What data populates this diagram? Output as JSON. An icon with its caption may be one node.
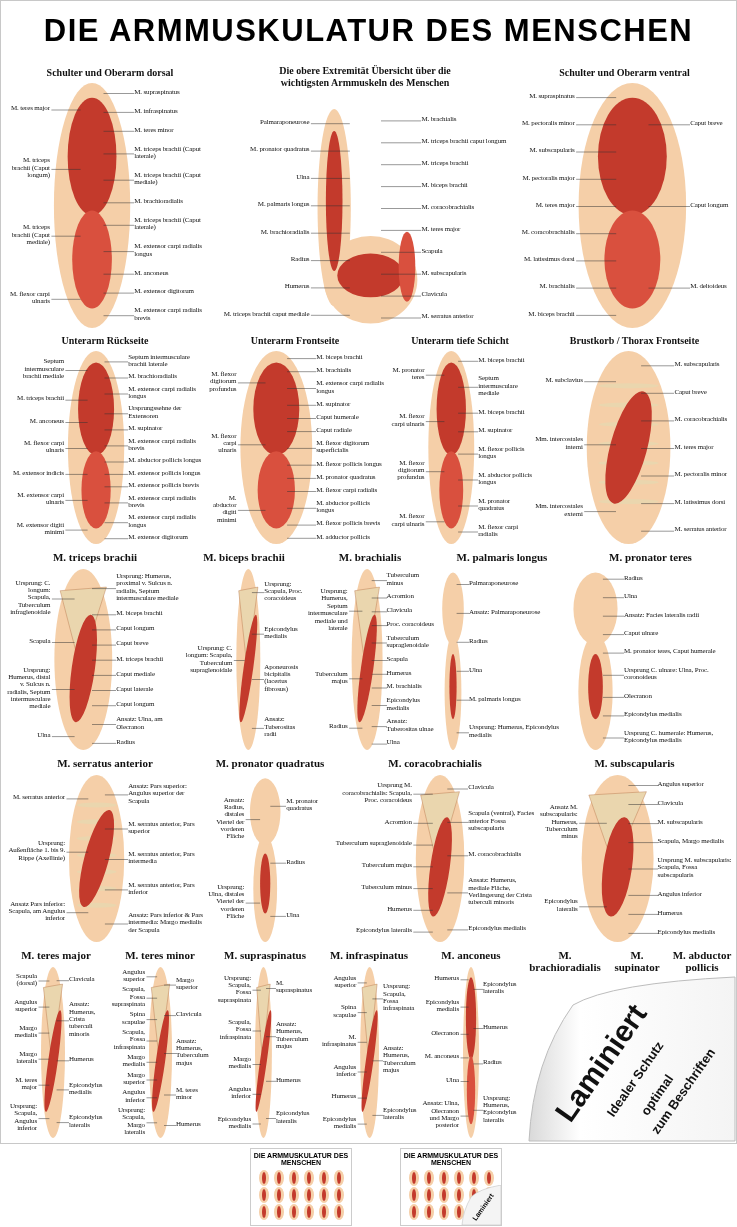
{
  "diagram": {
    "title": "DIE ARMMUSKULATUR DES MENSCHEN",
    "nodes": [
      {
        "text": [
          "M. teres major"
        ]
      },
      {
        "text": [
          "M. triceps brachii (Caput longum)"
        ]
      },
      {
        "text": [
          "M. triceps brachii (Caput mediale)"
        ]
      },
      {
        "text": [
          "M. flexor carpi ulnaris"
        ]
      },
      {
        "text": [
          "M. supraspinatus"
        ]
      },
      {
        "text": [
          "M. infraspinatus"
        ]
      },
      {
        "text": [
          "M. teres minor"
        ]
      },
      {
        "text": [
          "M. triceps brachii (Caput laterale)"
        ]
      },
      {
        "text": [
          "M. triceps brachii (Caput mediale)"
        ]
      },
      {
        "text": [
          "M. brachioradialis"
        ]
      },
      {
        "text": [
          "M. triceps brachii (Caput laterale)"
        ]
      },
      {
        "text": [
          "M. extensor carpi radialis longus"
        ]
      },
      {
        "text": [
          "M. anconeus"
        ]
      },
      {
        "text": [
          "M. extensor digitorum"
        ]
      },
      {
        "text": [
          "M. extensor carpi radialis brevis"
        ]
      },
      {
        "text": [
          "Palmaraponeurose"
        ]
      },
      {
        "text": [
          "M. pronator quadratus"
        ]
      },
      {
        "text": [
          "Ulna"
        ]
      },
      {
        "text": [
          "M. palmaris longus"
        ]
      },
      {
        "text": [
          "M. brachioradialis"
        ]
      },
      {
        "text": [
          "Radius"
        ]
      },
      {
        "text": [
          "Humerus"
        ]
      },
      {
        "text": [
          "M. triceps brachii caput mediale"
        ]
      },
      {
        "text": [
          "M. brachialis"
        ]
      },
      {
        "text": [
          "M. triceps brachii caput longum"
        ]
      },
      {
        "text": [
          "M. triceps brachii"
        ]
      },
      {
        "text": [
          "M. biceps brachii"
        ]
      },
      {
        "text": [
          "M. coracobrachialis"
        ]
      },
      {
        "text": [
          "M. teres major"
        ]
      },
      {
        "text": [
          "Scapula"
        ]
      },
      {
        "text": [
          "M. subscapularis"
        ]
      },
      {
        "text": [
          "Clavicula"
        ]
      },
      {
        "text": [
          "M. serratus anterior"
        ]
      },
      {
        "text": [
          "M. supraspinatus"
        ]
      },
      {
        "text": [
          "M. pectoralis minor"
        ]
      },
      {
        "text": [
          "M. subscapularis"
        ]
      },
      {
        "text": [
          "M. pectoralis major"
        ]
      },
      {
        "text": [
          "M. teres major"
        ]
      },
      {
        "text": [
          "M. coracobrachialis"
        ]
      },
      {
        "text": [
          "M. latissimus dorsi"
        ]
      },
      {
        "text": [
          "M. brachialis"
        ]
      },
      {
        "text": [
          "M. biceps brachii"
        ]
      },
      {
        "text": [
          "Caput breve"
        ]
      },
      {
        "text": [
          "Caput longum"
        ]
      },
      {
        "text": [
          "M. deltoideus"
        ]
      },
      {
        "text": [
          "Septum intermusculare brachii mediale"
        ]
      },
      {
        "text": [
          "M. triceps brachii"
        ]
      },
      {
        "text": [
          "M. anconeus"
        ]
      },
      {
        "text": [
          "M. flexor carpi ulnaris"
        ]
      },
      {
        "text": [
          "M. extensor indicis"
        ]
      },
      {
        "text": [
          "M. extensor carpi ulnaris"
        ]
      },
      {
        "text": [
          "M. extensor digiti minimi"
        ]
      },
      {
        "text": [
          "Septum intermusculare brachii laterale"
        ]
      },
      {
        "text": [
          "M. brachioradialis"
        ]
      },
      {
        "text": [
          "M. extensor carpi radialis longus"
        ]
      },
      {
        "text": [
          "Ursprungssehne der Extensoren"
        ]
      },
      {
        "text": [
          "M. supinator"
        ]
      },
      {
        "text": [
          "M. extensor carpi radialis brevis"
        ]
      },
      {
        "text": [
          "M. abductor pollicis longus"
        ]
      },
      {
        "text": [
          "M. extensor pollicis longus"
        ]
      },
      {
        "text": [
          "M. extensor pollicis brevis"
        ]
      },
      {
        "text": [
          "M. extensor carpi radialis brevis"
        ]
      },
      {
        "text": [
          "M. extensor carpi radialis longus"
        ]
      },
      {
        "text": [
          "M. extensor digitorum"
        ]
      },
      {
        "text": [
          "M. flexor digitorum profundus"
        ]
      },
      {
        "text": [
          "M. flexor carpi ulnaris"
        ]
      },
      {
        "text": [
          "M. abductor digiti minimi"
        ]
      },
      {
        "text": [
          "M. biceps brachii"
        ]
      },
      {
        "text": [
          "M. brachialis"
        ]
      },
      {
        "text": [
          "M. extensor carpi radialis longus"
        ]
      },
      {
        "text": [
          "M. supinator"
        ]
      },
      {
        "text": [
          "Caput humerale"
        ]
      },
      {
        "text": [
          "Caput radiale"
        ]
      },
      {
        "text": [
          "M. flexor digitorum superficialis"
        ]
      },
      {
        "text": [
          "M. flexor pollicis longus"
        ]
      },
      {
        "text": [
          "M. pronator quadratus"
        ]
      },
      {
        "text": [
          "M. flexor carpi radialis"
        ]
      },
      {
        "text": [
          "M. abductor pollicis longus"
        ]
      },
      {
        "text": [
          "M. flexor pollicis brevis"
        ]
      },
      {
        "text": [
          "M. adductor pollicis"
        ]
      },
      {
        "text": [
          "M. pronator teres"
        ]
      },
      {
        "text": [
          "M. flexor carpi ulnaris"
        ]
      },
      {
        "text": [
          "M. flexor digitorum profundus"
        ]
      },
      {
        "text": [
          "M. flexor carpi ulnaris"
        ]
      },
      {
        "text": [
          "M. biceps brachii"
        ]
      },
      {
        "text": [
          "Septum intermusculare mediale"
        ]
      },
      {
        "text": [
          "M. biceps brachii"
        ]
      },
      {
        "text": [
          "M. supinator"
        ]
      },
      {
        "text": [
          "M. flexor pollicis longus"
        ]
      },
      {
        "text": [
          "M. abductor pollicis longus"
        ]
      },
      {
        "text": [
          "M. pronator quadratus"
        ]
      },
      {
        "text": [
          "M. flexor carpi radialis"
        ]
      },
      {
        "text": [
          "M. subclavius"
        ]
      },
      {
        "text": [
          "Mm. intercostales interni"
        ]
      },
      {
        "text": [
          "Mm. intercostales externi"
        ]
      },
      {
        "text": [
          "M. subscapularis"
        ]
      },
      {
        "text": [
          "Caput breve"
        ]
      },
      {
        "text": [
          "M. coracobrachialis"
        ]
      },
      {
        "text": [
          "M. teres major"
        ]
      },
      {
        "text": [
          "M. pectoralis minor"
        ]
      },
      {
        "text": [
          "M. latissimus dorsi"
        ]
      },
      {
        "text": [
          "M. serratus anterior"
        ]
      },
      {
        "text": [
          "Ursprung: C. longum: Scapula, Tuberculum infraglenoidale"
        ]
      },
      {
        "text": [
          "Scapula"
        ]
      },
      {
        "text": [
          "Ursprung: Humerus, distal v. Sulcus n. radialis, Septum intermusculare mediale"
        ]
      },
      {
        "text": [
          "Ulna"
        ]
      },
      {
        "text": [
          "Ursprung: Humerus, proximal v. Sulcus n. radialis, Septum intermusculare mediale"
        ]
      },
      {
        "text": [
          "M. biceps brachii"
        ]
      },
      {
        "text": [
          "Caput longum"
        ]
      },
      {
        "text": [
          "Caput breve"
        ]
      },
      {
        "text": [
          "M. triceps brachii"
        ]
      },
      {
        "text": [
          "Caput mediale"
        ]
      },
      {
        "text": [
          "Caput laterale"
        ]
      },
      {
        "text": [
          "Caput longum"
        ]
      },
      {
        "text": [
          "Ansatz: Ulna, am Olecranon"
        ]
      },
      {
        "text": [
          "Radius"
        ]
      },
      {
        "text": [
          "Ursprung: C. longum: Scapula, Tuberculum supraglenoidale"
        ]
      },
      {
        "text": [
          "Ursprung: Scapula, Proc. coracoideus"
        ]
      },
      {
        "text": [
          "Epicondylus medialis"
        ]
      },
      {
        "text": [
          "Aponeurosis bicipitalis (lacertus fibrosus)"
        ]
      },
      {
        "text": [
          "Ansatz: Tuberositas radii"
        ]
      },
      {
        "text": [
          "Ursprung: Humerus, Septum intermusculare mediale und laterale"
        ]
      },
      {
        "text": [
          "Tuberculum majus"
        ]
      },
      {
        "text": [
          "Radius"
        ]
      },
      {
        "text": [
          "Tuberculum minus"
        ]
      },
      {
        "text": [
          "Acromion"
        ]
      },
      {
        "text": [
          "Clavicula"
        ]
      },
      {
        "text": [
          "Proc. coracoideus"
        ]
      },
      {
        "text": [
          "Tuberculum supraglenoidale"
        ]
      },
      {
        "text": [
          "Scapula"
        ]
      },
      {
        "text": [
          "Humerus"
        ]
      },
      {
        "text": [
          "M. brachialis"
        ]
      },
      {
        "text": [
          "Epicondylus medialis"
        ]
      },
      {
        "text": [
          "Ansatz: Tuberositas ulnae"
        ]
      },
      {
        "text": [
          "Ulna"
        ]
      },
      {
        "text": [
          "M. serratus anterior"
        ]
      },
      {
        "text": [
          "Ursprung: Außenfläche 1. bis 9. Rippe (Axellinie)"
        ]
      },
      {
        "text": [
          "Ansatz Pars inferior: Scapula, am Angulus inferior"
        ]
      },
      {
        "text": [
          "Ansatz: Pars superior: Angulus superior der Scapula"
        ]
      },
      {
        "text": [
          "M. serratus anterior, Pars superior"
        ]
      },
      {
        "text": [
          "M. serratus anterior, Pars intermedia"
        ]
      },
      {
        "text": [
          "M. serratus anterior, Pars inferior"
        ]
      },
      {
        "text": [
          "Ansatz: Pars inferior & Pars intermedia: Margo medialis der Scapula"
        ]
      },
      {
        "text": [
          "Palmaraponeurose"
        ]
      },
      {
        "text": [
          "Ansatz: Palmaraponeurose"
        ]
      },
      {
        "text": [
          "Radius"
        ]
      },
      {
        "text": [
          "Ulna"
        ]
      },
      {
        "text": [
          "M. palmaris longus"
        ]
      },
      {
        "text": [
          "Ursprung: Humerus, Epicondylus medialis"
        ]
      },
      {
        "text": [
          "Radius"
        ]
      },
      {
        "text": [
          "Ulna"
        ]
      },
      {
        "text": [
          "Ansatz: Facies lateralis radii"
        ]
      },
      {
        "text": [
          "Caput ulnare"
        ]
      },
      {
        "text": [
          "M. pronator teres, Caput humerale"
        ]
      },
      {
        "text": [
          "Ursprung C. ulnare: Ulna, Proc. coronoideus"
        ]
      },
      {
        "text": [
          "Olecranon"
        ]
      },
      {
        "text": [
          "Epicondylus medialis"
        ]
      },
      {
        "text": [
          "Ursprung C. humerale: Humerus, Epicondylus medialis"
        ]
      },
      {
        "text": [
          "Ansatz: Radius, distales Viertel der vorderen Fläche"
        ]
      },
      {
        "text": [
          "Ursprung: Ulna, distales Viertel der vorderen Fläche"
        ]
      },
      {
        "text": [
          "M. pronator quadratus"
        ]
      },
      {
        "text": [
          "Radius"
        ]
      },
      {
        "text": [
          "Ulna"
        ]
      },
      {
        "text": [
          "Ursprung M. coracobrachialis: Scapula, Proc. coracoideus"
        ]
      },
      {
        "text": [
          "Acromion"
        ]
      },
      {
        "text": [
          "Tuberculum supraglenoidale"
        ]
      },
      {
        "text": [
          "Tuberculum majus"
        ]
      },
      {
        "text": [
          "Tuberculum minus"
        ]
      },
      {
        "text": [
          "Humerus"
        ]
      },
      {
        "text": [
          "Epicondylus lateralis"
        ]
      },
      {
        "text": [
          "Clavicula"
        ]
      },
      {
        "text": [
          "Scapula (ventral), Facies anterior Fossa subscapularis"
        ]
      },
      {
        "text": [
          "M. coracobrachialis"
        ]
      },
      {
        "text": [
          "Ansatz: Humerus, mediale Fläche, Verlängerung der Crista tuberculi minoris"
        ]
      },
      {
        "text": [
          "Epicondylus medialis"
        ]
      },
      {
        "text": [
          "Ansatz M. subscapularis: Humerus, Tuberculum minus"
        ]
      },
      {
        "text": [
          "Epicondylus lateralis"
        ]
      },
      {
        "text": [
          "Angulus superior"
        ]
      },
      {
        "text": [
          "Clavicula"
        ]
      },
      {
        "text": [
          "M. subscapularis"
        ]
      },
      {
        "text": [
          "Scapula, Margo medialis"
        ]
      },
      {
        "text": [
          "Ursprung M. subscapularis: Scapula, Fossa subscapularis"
        ]
      },
      {
        "text": [
          "Angulus inferior"
        ]
      },
      {
        "text": [
          "Humerus"
        ]
      },
      {
        "text": [
          "Epicondylus medialis"
        ]
      },
      {
        "text": [
          "Scapula (dorsal)"
        ]
      },
      {
        "text": [
          "Angulus superior"
        ]
      },
      {
        "text": [
          "Margo medialis"
        ]
      },
      {
        "text": [
          "Margo lateralis"
        ]
      },
      {
        "text": [
          "M. teres major"
        ]
      },
      {
        "text": [
          "Ursprung: Scapula, Angulus inferior"
        ]
      },
      {
        "text": [
          "Clavicula"
        ]
      },
      {
        "text": [
          "Ansatz: Humerus, Crista tuberculi minoris"
        ]
      },
      {
        "text": [
          "Humerus"
        ]
      },
      {
        "text": [
          "Epicondylus medialis"
        ]
      },
      {
        "text": [
          "Epicondylus lateralis"
        ]
      },
      {
        "text": [
          "Angulus superior"
        ]
      },
      {
        "text": [
          "Scapula, Fossa supraspinata"
        ]
      },
      {
        "text": [
          "Spina scapulae"
        ]
      },
      {
        "text": [
          "Scapula, Fossa infraspinata"
        ]
      },
      {
        "text": [
          "Margo medialis"
        ]
      },
      {
        "text": [
          "Margo superior"
        ]
      },
      {
        "text": [
          "Angulus inferior"
        ]
      },
      {
        "text": [
          "Ursprung: Scapula, Margo lateralis"
        ]
      },
      {
        "text": [
          "Margo superior"
        ]
      },
      {
        "text": [
          "Clavicula"
        ]
      },
      {
        "text": [
          "Ansatz: Humerus, Tuberculum majus"
        ]
      },
      {
        "text": [
          "M. teres minor"
        ]
      },
      {
        "text": [
          "Humerus"
        ]
      },
      {
        "text": [
          "Ursprung: Scapula, Fossa supraspinata"
        ]
      },
      {
        "text": [
          "Scapula, Fossa infraspinata"
        ]
      },
      {
        "text": [
          "Margo medialis"
        ]
      },
      {
        "text": [
          "Angulus inferior"
        ]
      },
      {
        "text": [
          "Epicondylus medialis"
        ]
      },
      {
        "text": [
          "M. supraspinatus"
        ]
      },
      {
        "text": [
          "Ansatz: Humerus, Tuberculum majus"
        ]
      },
      {
        "text": [
          "Humerus"
        ]
      },
      {
        "text": [
          "Epicondylus lateralis"
        ]
      },
      {
        "text": [
          "Angulus superior"
        ]
      },
      {
        "text": [
          "Spina scapulae"
        ]
      },
      {
        "text": [
          "M. infraspinatus"
        ]
      },
      {
        "text": [
          "Angulus inferior"
        ]
      },
      {
        "text": [
          "Humerus"
        ]
      },
      {
        "text": [
          "Epicondylus medialis"
        ]
      },
      {
        "text": [
          "Ursprung: Scapula, Fossa infraspinata"
        ]
      },
      {
        "text": [
          "Ansatz: Humerus, Tuberculum majus"
        ]
      },
      {
        "text": [
          "Epicondylus lateralis"
        ]
      },
      {
        "text": [
          "Humerus"
        ]
      },
      {
        "text": [
          "Epicondylus medialis"
        ]
      },
      {
        "text": [
          "Olecranon"
        ]
      },
      {
        "text": [
          "M. anconeus"
        ]
      },
      {
        "text": [
          "Ulna"
        ]
      },
      {
        "text": [
          "Ansatz: Ulna, Olecranon und Margo posterior"
        ]
      },
      {
        "text": [
          "Epicondylus lateralis"
        ]
      },
      {
        "text": [
          "Humerus"
        ]
      },
      {
        "text": [
          "Radius"
        ]
      },
      {
        "text": [
          "Ursprung: Humerus, Epicondylus lateralis"
        ]
      }
    ],
    "edges": [
      {
        "from": 0,
        "to": null,
        "arrow": "none"
      },
      {
        "from": 1,
        "to": null,
        "arrow": "none"
      },
      {
        "from": 2,
        "to": null,
        "arrow": "none"
      },
      {
        "from": 3,
        "to": null,
        "arrow": "none"
      },
      {
        "from": 4,
        "to": null,
        "arrow": "none"
      },
      {
        "from": 5,
        "to": null,
        "arrow": "none"
      },
      {
        "from": 6,
        "to": null,
        "arrow": "none"
      },
      {
        "from": 7,
        "to": null,
        "arrow": "none"
      },
      {
        "from": 8,
        "to": null,
        "arrow": "none"
      },
      {
        "from": 9,
        "to": null,
        "arrow": "none"
      },
      {
        "from": 10,
        "to": null,
        "arrow": "none"
      },
      {
        "from": 11,
        "to": null,
        "arrow": "none"
      },
      {
        "from": 12,
        "to": null,
        "arrow": "none"
      },
      {
        "from": 13,
        "to": null,
        "arrow": "none"
      },
      {
        "from": 14,
        "to": null,
        "arrow": "none"
      },
      {
        "from": 15,
        "to": null,
        "arrow": "none"
      },
      {
        "from": 16,
        "to": null,
        "arrow": "none"
      },
      {
        "from": 17,
        "to": null,
        "arrow": "none"
      },
      {
        "from": 18,
        "to": null,
        "arrow": "none"
      },
      {
        "from": 19,
        "to": null,
        "arrow": "none"
      },
      {
        "from": 20,
        "to": null,
        "arrow": "none"
      },
      {
        "from": 21,
        "to": null,
        "arrow": "none"
      },
      {
        "from": 22,
        "to": null,
        "arrow": "none"
      },
      {
        "from": 23,
        "to": null,
        "arrow": "none"
      },
      {
        "from": 24,
        "to": null,
        "arrow": "none"
      },
      {
        "from": 25,
        "to": null,
        "arrow": "none"
      },
      {
        "from": 26,
        "to": null,
        "arrow": "none"
      },
      {
        "from": 27,
        "to": null,
        "arrow": "none"
      },
      {
        "from": 28,
        "to": null,
        "arrow": "none"
      },
      {
        "from": 29,
        "to": null,
        "arrow": "none"
      },
      {
        "from": 30,
        "to": null,
        "arrow": "none"
      },
      {
        "from": 31,
        "to": null,
        "arrow": "none"
      },
      {
        "from": 32,
        "to": null,
        "arrow": "none"
      },
      {
        "from": 33,
        "to": null,
        "arrow": "none"
      },
      {
        "from": 34,
        "to": null,
        "arrow": "none"
      },
      {
        "from": 35,
        "to": null,
        "arrow": "none"
      },
      {
        "from": 36,
        "to": null,
        "arrow": "none"
      },
      {
        "from": 37,
        "to": null,
        "arrow": "none"
      },
      {
        "from": 38,
        "to": null,
        "arrow": "none"
      },
      {
        "from": 39,
        "to": null,
        "arrow": "none"
      },
      {
        "from": 40,
        "to": null,
        "arrow": "none"
      },
      {
        "from": 41,
        "to": null,
        "arrow": "none"
      },
      {
        "from": 42,
        "to": null,
        "arrow": "none"
      },
      {
        "from": 43,
        "to": null,
        "arrow": "none"
      },
      {
        "from": 44,
        "to": null,
        "arrow": "none"
      },
      {
        "from": 45,
        "to": null,
        "arrow": "none"
      },
      {
        "from": 46,
        "to": null,
        "arrow": "none"
      },
      {
        "from": 47,
        "to": null,
        "arrow": "none"
      },
      {
        "from": 48,
        "to": null,
        "arrow": "none"
      },
      {
        "from": 49,
        "to": null,
        "arrow": "none"
      },
      {
        "from": 50,
        "to": null,
        "arrow": "none"
      },
      {
        "from": 51,
        "to": null,
        "arrow": "none"
      },
      {
        "from": 52,
        "to": null,
        "arrow": "none"
      },
      {
        "from": 53,
        "to": null,
        "arrow": "none"
      },
      {
        "from": 54,
        "to": null,
        "arrow": "none"
      },
      {
        "from": 55,
        "to": null,
        "arrow": "none"
      },
      {
        "from": 56,
        "to": null,
        "arrow": "none"
      },
      {
        "from": 57,
        "to": null,
        "arrow": "none"
      },
      {
        "from": 58,
        "to": null,
        "arrow": "none"
      },
      {
        "from": 59,
        "to": null,
        "arrow": "none"
      },
      {
        "from": 60,
        "to": null,
        "arrow": "none"
      },
      {
        "from": 61,
        "to": null,
        "arrow": "none"
      },
      {
        "from": 62,
        "to": null,
        "arrow": "none"
      },
      {
        "from": 63,
        "to": null,
        "arrow": "none"
      },
      {
        "from": 64,
        "to": null,
        "arrow": "none"
      },
      {
        "from": 65,
        "to": null,
        "arrow": "none"
      },
      {
        "from": 66,
        "to": null,
        "arrow": "none"
      },
      {
        "from": 67,
        "to": null,
        "arrow": "none"
      },
      {
        "from": 68,
        "to": null,
        "arrow": "none"
      },
      {
        "from": 69,
        "to": null,
        "arrow": "none"
      },
      {
        "from": 70,
        "to": null,
        "arrow": "none"
      },
      {
        "from": 71,
        "to": null,
        "arrow": "none"
      },
      {
        "from": 72,
        "to": null,
        "arrow": "none"
      },
      {
        "from": 73,
        "to": null,
        "arrow": "none"
      },
      {
        "from": 74,
        "to": null,
        "arrow": "none"
      },
      {
        "from": 75,
        "to": null,
        "arrow": "none"
      },
      {
        "from": 76,
        "to": null,
        "arrow": "none"
      },
      {
        "from": 77,
        "to": null,
        "arrow": "none"
      },
      {
        "from": 78,
        "to": null,
        "arrow": "none"
      },
      {
        "from": 79,
        "to": null,
        "arrow": "none"
      },
      {
        "from": 80,
        "to": null,
        "arrow": "none"
      },
      {
        "from": 81,
        "to": null,
        "arrow": "none"
      },
      {
        "from": 82,
        "to": null,
        "arrow": "none"
      },
      {
        "from": 83,
        "to": null,
        "arrow": "none"
      },
      {
        "from": 84,
        "to": null,
        "arrow": "none"
      },
      {
        "from": 85,
        "to": null,
        "arrow": "none"
      },
      {
        "from": 86,
        "to": null,
        "arrow": "none"
      },
      {
        "from": 87,
        "to": null,
        "arrow": "none"
      },
      {
        "from": 88,
        "to": null,
        "arrow": "none"
      },
      {
        "from": 89,
        "to": null,
        "arrow": "none"
      },
      {
        "from": 90,
        "to": null,
        "arrow": "none"
      },
      {
        "from": 91,
        "to": null,
        "arrow": "none"
      },
      {
        "from": 92,
        "to": null,
        "arrow": "none"
      },
      {
        "from": 93,
        "to": null,
        "arrow": "none"
      },
      {
        "from": 94,
        "to": null,
        "arrow": "none"
      },
      {
        "from": 95,
        "to": null,
        "arrow": "none"
      },
      {
        "from": 96,
        "to": null,
        "arrow": "none"
      },
      {
        "from": 97,
        "to": null,
        "arrow": "none"
      },
      {
        "from": 98,
        "to": null,
        "arrow": "none"
      },
      {
        "from": 99,
        "to": null,
        "arrow": "none"
      },
      {
        "from": 100,
        "to": null,
        "arrow": "none"
      },
      {
        "from": 101,
        "to": null,
        "arrow": "none"
      },
      {
        "from": 102,
        "to": null,
        "arrow": "none"
      },
      {
        "from": 103,
        "to": null,
        "arrow": "none"
      },
      {
        "from": 104,
        "to": null,
        "arrow": "none"
      },
      {
        "from": 105,
        "to": null,
        "arrow": "none"
      },
      {
        "from": 106,
        "to": null,
        "arrow": "none"
      },
      {
        "from": 107,
        "to": null,
        "arrow": "none"
      },
      {
        "from": 108,
        "to": null,
        "arrow": "none"
      },
      {
        "from": 109,
        "to": null,
        "arrow": "none"
      },
      {
        "from": 110,
        "to": null,
        "arrow": "none"
      },
      {
        "from": 111,
        "to": null,
        "arrow": "none"
      },
      {
        "from": 112,
        "to": null,
        "arrow": "none"
      },
      {
        "from": 113,
        "to": null,
        "arrow": "none"
      },
      {
        "from": 114,
        "to": null,
        "arrow": "none"
      },
      {
        "from": 115,
        "to": null,
        "arrow": "none"
      },
      {
        "from": 116,
        "to": null,
        "arrow": "none"
      },
      {
        "from": 117,
        "to": null,
        "arrow": "none"
      },
      {
        "from": 118,
        "to": null,
        "arrow": "none"
      },
      {
        "from": 119,
        "to": null,
        "arrow": "none"
      },
      {
        "from": 120,
        "to": null,
        "arrow": "none"
      },
      {
        "from": 121,
        "to": null,
        "arrow": "none"
      },
      {
        "from": 122,
        "to": null,
        "arrow": "none"
      },
      {
        "from": 123,
        "to": null,
        "arrow": "none"
      },
      {
        "from": 124,
        "to": null,
        "arrow": "none"
      },
      {
        "from": 125,
        "to": null,
        "arrow": "none"
      },
      {
        "from": 126,
        "to": null,
        "arrow": "none"
      },
      {
        "from": 127,
        "to": null,
        "arrow": "none"
      },
      {
        "from": 128,
        "to": null,
        "arrow": "none"
      },
      {
        "from": 129,
        "to": null,
        "arrow": "none"
      },
      {
        "from": 130,
        "to": null,
        "arrow": "none"
      },
      {
        "from": 131,
        "to": null,
        "arrow": "none"
      },
      {
        "from": 132,
        "to": null,
        "arrow": "none"
      },
      {
        "from": 133,
        "to": null,
        "arrow": "none"
      },
      {
        "from": 134,
        "to": null,
        "arrow": "none"
      },
      {
        "from": 135,
        "to": null,
        "arrow": "none"
      },
      {
        "from": 136,
        "to": null,
        "arrow": "none"
      },
      {
        "from": 137,
        "to": null,
        "arrow": "none"
      },
      {
        "from": 138,
        "to": null,
        "arrow": "none"
      },
      {
        "from": 139,
        "to": null,
        "arrow": "none"
      },
      {
        "from": 140,
        "to": null,
        "arrow": "none"
      },
      {
        "from": 141,
        "to": null,
        "arrow": "none"
      },
      {
        "from": 142,
        "to": null,
        "arrow": "none"
      },
      {
        "from": 143,
        "to": null,
        "arrow": "none"
      },
      {
        "from": 144,
        "to": null,
        "arrow": "none"
      },
      {
        "from": 145,
        "to": null,
        "arrow": "none"
      },
      {
        "from": 146,
        "to": null,
        "arrow": "none"
      },
      {
        "from": 147,
        "to": null,
        "arrow": "none"
      },
      {
        "from": 148,
        "to": null,
        "arrow": "none"
      },
      {
        "from": 149,
        "to": null,
        "arrow": "none"
      },
      {
        "from": 150,
        "to": null,
        "arrow": "none"
      },
      {
        "from": 151,
        "to": null,
        "arrow": "none"
      },
      {
        "from": 152,
        "to": null,
        "arrow": "none"
      },
      {
        "from": 153,
        "to": null,
        "arrow": "none"
      },
      {
        "from": 154,
        "to": null,
        "arrow": "none"
      },
      {
        "from": 155,
        "to": null,
        "arrow": "none"
      },
      {
        "from": 156,
        "to": null,
        "arrow": "none"
      },
      {
        "from": 157,
        "to": null,
        "arrow": "none"
      },
      {
        "from": 158,
        "to": null,
        "arrow": "none"
      },
      {
        "from": 159,
        "to": null,
        "arrow": "none"
      },
      {
        "from": 160,
        "to": null,
        "arrow": "none"
      },
      {
        "from": 161,
        "to": null,
        "arrow": "none"
      },
      {
        "from": 162,
        "to": null,
        "arrow": "none"
      },
      {
        "from": 163,
        "to": null,
        "arrow": "none"
      },
      {
        "from": 164,
        "to": null,
        "arrow": "none"
      },
      {
        "from": 165,
        "to": null,
        "arrow": "none"
      },
      {
        "from": 166,
        "to": null,
        "arrow": "none"
      },
      {
        "from": 167,
        "to": null,
        "arrow": "none"
      },
      {
        "from": 168,
        "to": null,
        "arrow": "none"
      },
      {
        "from": 169,
        "to": null,
        "arrow": "none"
      },
      {
        "from": 170,
        "to": null,
        "arrow": "none"
      },
      {
        "from": 171,
        "to": null,
        "arrow": "none"
      },
      {
        "from": 172,
        "to": null,
        "arrow": "none"
      },
      {
        "from": 173,
        "to": null,
        "arrow": "none"
      },
      {
        "from": 174,
        "to": null,
        "arrow": "none"
      },
      {
        "from": 175,
        "to": null,
        "arrow": "none"
      },
      {
        "from": 176,
        "to": null,
        "arrow": "none"
      },
      {
        "from": 177,
        "to": null,
        "arrow": "none"
      },
      {
        "from": 178,
        "to": null,
        "arrow": "none"
      },
      {
        "from": 179,
        "to": null,
        "arrow": "none"
      },
      {
        "from": 180,
        "to": null,
        "arrow": "none"
      },
      {
        "from": 181,
        "to": null,
        "arrow": "none"
      },
      {
        "from": 182,
        "to": null,
        "arrow": "none"
      },
      {
        "from": 183,
        "to": null,
        "arrow": "none"
      },
      {
        "from": 184,
        "to": null,
        "arrow": "none"
      },
      {
        "from": 185,
        "to": null,
        "arrow": "none"
      },
      {
        "from": 186,
        "to": null,
        "arrow": "none"
      },
      {
        "from": 187,
        "to": null,
        "arrow": "none"
      },
      {
        "from": 188,
        "to": null,
        "arrow": "none"
      },
      {
        "from": 189,
        "to": null,
        "arrow": "none"
      },
      {
        "from": 190,
        "to": null,
        "arrow": "none"
      },
      {
        "from": 191,
        "to": null,
        "arrow": "none"
      },
      {
        "from": 192,
        "to": null,
        "arrow": "none"
      },
      {
        "from": 193,
        "to": null,
        "arrow": "none"
      },
      {
        "from": 194,
        "to": null,
        "arrow": "none"
      },
      {
        "from": 195,
        "to": null,
        "arrow": "none"
      },
      {
        "from": 196,
        "to": null,
        "arrow": "none"
      },
      {
        "from": 197,
        "to": null,
        "arrow": "none"
      },
      {
        "from": 198,
        "to": null,
        "arrow": "none"
      },
      {
        "from": 199,
        "to": null,
        "arrow": "none"
      },
      {
        "from": 200,
        "to": null,
        "arrow": "none"
      },
      {
        "from": 201,
        "to": null,
        "arrow": "none"
      },
      {
        "from": 202,
        "to": null,
        "arrow": "none"
      },
      {
        "from": 203,
        "to": null,
        "arrow": "none"
      },
      {
        "from": 204,
        "to": null,
        "arrow": "none"
      },
      {
        "from": 205,
        "to": null,
        "arrow": "none"
      },
      {
        "from": 206,
        "to": null,
        "arrow": "none"
      },
      {
        "from": 207,
        "to": null,
        "arrow": "none"
      },
      {
        "from": 208,
        "to": null,
        "arrow": "none"
      },
      {
        "from": 209,
        "to": null,
        "arrow": "none"
      },
      {
        "from": 210,
        "to": null,
        "arrow": "none"
      },
      {
        "from": 211,
        "to": null,
        "arrow": "none"
      },
      {
        "from": 212,
        "to": null,
        "arrow": "none"
      },
      {
        "from": 213,
        "to": null,
        "arrow": "none"
      },
      {
        "from": 214,
        "to": null,
        "arrow": "none"
      },
      {
        "from": 215,
        "to": null,
        "arrow": "none"
      },
      {
        "from": 216,
        "to": null,
        "arrow": "none"
      },
      {
        "from": 217,
        "to": null,
        "arrow": "none"
      },
      {
        "from": 218,
        "to": null,
        "arrow": "none"
      },
      {
        "from": 219,
        "to": null,
        "arrow": "none"
      },
      {
        "from": 220,
        "to": null,
        "arrow": "none"
      },
      {
        "from": 221,
        "to": null,
        "arrow": "none"
      },
      {
        "from": 222,
        "to": null,
        "arrow": "none"
      },
      {
        "from": 223,
        "to": null,
        "arrow": "none"
      },
      {
        "from": 224,
        "to": null,
        "arrow": "none"
      },
      {
        "from": 225,
        "to": null,
        "arrow": "none"
      },
      {
        "from": 226,
        "to": null,
        "arrow": "none"
      },
      {
        "from": 227,
        "to": null,
        "arrow": "none"
      },
      {
        "from": 228,
        "to": null,
        "arrow": "none"
      },
      {
        "from": 229,
        "to": null,
        "arrow": "none"
      },
      {
        "from": 230,
        "to": null,
        "arrow": "none"
      },
      {
        "from": 231,
        "to": null,
        "arrow": "none"
      },
      {
        "from": 232,
        "to": null,
        "arrow": "none"
      },
      {
        "from": 233,
        "to": null,
        "arrow": "none"
      },
      {
        "from": 234,
        "to": null,
        "arrow": "none"
      },
      {
        "from": 235,
        "to": null,
        "arrow": "none"
      },
      {
        "from": 236,
        "to": null,
        "arrow": "none"
      }
    ],
    "labels": [
      "Schulter und Oberarm dorsal",
      "Die obere Extremität Übersicht über die wichtigsten Armmuskeln des Menschen",
      "Schulter und Oberarm ventral",
      "Unterarm Rückseite",
      "Unterarm Frontseite",
      "Unterarm tiefe Schicht",
      "Brustkorb / Thorax Frontseite",
      "M. triceps brachii",
      "M. biceps brachii",
      "M. brachialis",
      "M. serratus anterior",
      "M. palmaris longus",
      "M. pronator teres",
      "M. pronator quadratus",
      "M. coracobrachialis",
      "M. subscapularis",
      "M. brachioradialis",
      "M. supinator",
      "M. abductor pollicis",
      "M. teres major",
      "M. teres minor",
      "M. supraspinatus",
      "M. infraspinatus",
      "M. anconeus",
      "Laminiert",
      "Idealer Schutz",
      "optimal",
      "zum Beschriften",
      "DIE ARMMUSKULATUR DES MENSCHEN",
      "DIE ARMMUSKULATUR DES MENSCHEN",
      "Laminiert"
    ]
  }
}
